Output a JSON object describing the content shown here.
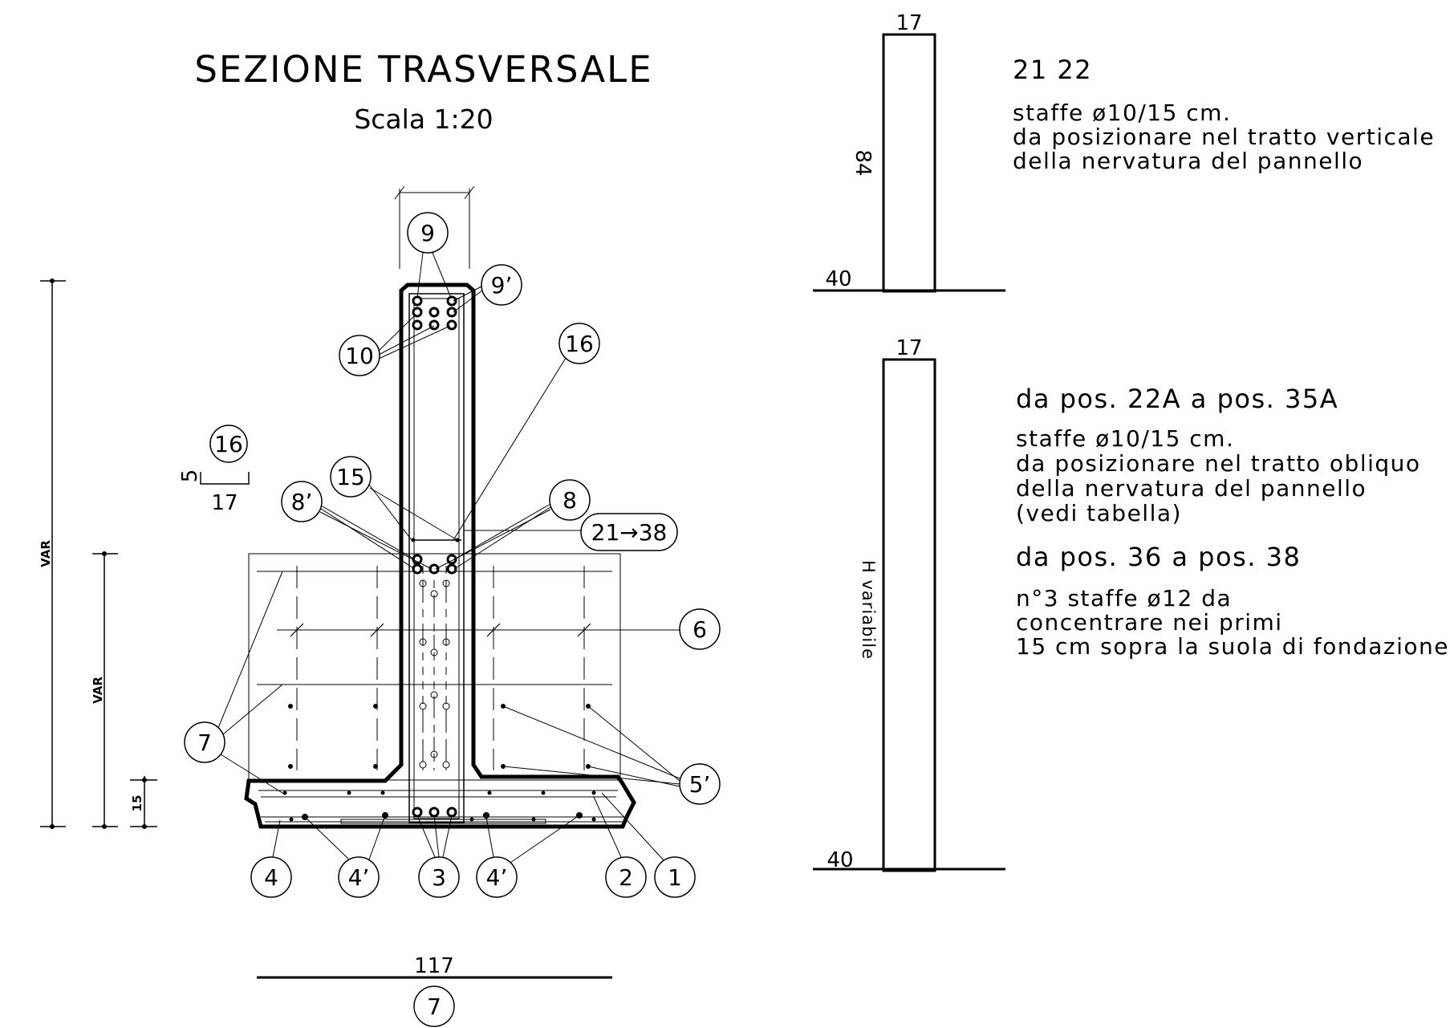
{
  "title": "SEZIONE TRASVERSALE",
  "scale": "Scala 1:20",
  "section": {
    "dim_var_left": "VAR",
    "dim_var_mid": "VAR",
    "dim_15": "15",
    "dim_117": "117",
    "label_117": "7",
    "hook_top": "5",
    "hook_len": "17",
    "hook_tag": "16",
    "callouts": {
      "c9": "9",
      "c9p": "9’",
      "c10": "10",
      "c16": "16",
      "c15": "15",
      "c8p": "8’",
      "c8": "8",
      "c21_38": "21→38",
      "c6": "6",
      "c7": "7",
      "c5p": "5’",
      "c4": "4",
      "c4p_a": "4’",
      "c3": "3",
      "c4p_b": "4’",
      "c2": "2",
      "c1": "1"
    }
  },
  "stirrup_top": {
    "width": "17",
    "height": "84",
    "base": "40",
    "heading": "21  22",
    "lines": [
      "staffe ø10/15 cm.",
      "da posizionare nel tratto verticale",
      "della nervatura del pannello"
    ]
  },
  "stirrup_bottom": {
    "width": "17",
    "height": "H variabile",
    "base": "40",
    "heading1": "da pos. 22A a pos. 35A",
    "lines1": [
      "staffe ø10/15 cm.",
      "da posizionare nel tratto obliquo",
      "della nervatura del pannello",
      "(vedi tabella)"
    ],
    "heading2": "da pos. 36 a pos. 38",
    "lines2": [
      "n°3 staffe ø12 da",
      "concentrare nei primi",
      "15 cm sopra la suola di fondazione"
    ]
  }
}
